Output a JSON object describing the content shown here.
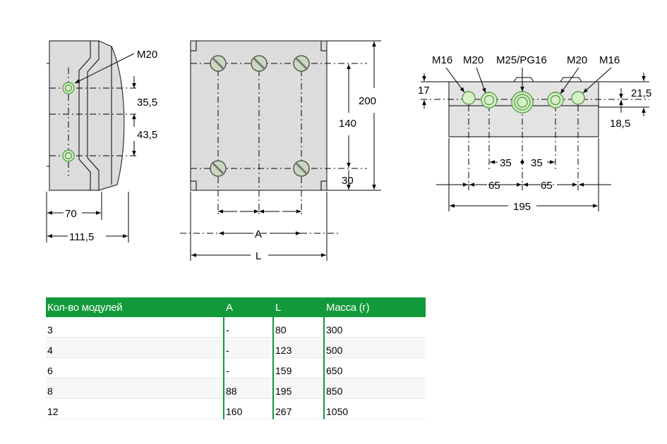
{
  "side_view": {
    "thread_label": "M20",
    "dim_35_5": "35,5",
    "dim_43_5": "43,5",
    "dim_70": "70",
    "dim_111_5": "111,5"
  },
  "front_view": {
    "dim_200": "200",
    "dim_140": "140",
    "dim_30": "30",
    "dim_A": "A",
    "dim_L": "L"
  },
  "top_view": {
    "threads": [
      "M16",
      "M20",
      "M25/PG16",
      "M20",
      "M16"
    ],
    "dim_17": "17",
    "dim_21_5": "21,5",
    "dim_18_5": "18,5",
    "dim_35_left": "35",
    "dim_35_right": "35",
    "dim_65_left": "65",
    "dim_65_right": "65",
    "dim_195": "195"
  },
  "table": {
    "headers": [
      "Кол-во модулей",
      "A",
      "L",
      "Масса (г)"
    ],
    "rows": [
      [
        "3",
        "-",
        "80",
        "300"
      ],
      [
        "4",
        "-",
        "123",
        "500"
      ],
      [
        "6",
        "-",
        "159",
        "650"
      ],
      [
        "8",
        "88",
        "195",
        "850"
      ],
      [
        "12",
        "160",
        "267",
        "1050"
      ]
    ]
  },
  "colors": {
    "header_green": "#129a3a",
    "hole_green": "#d7f0c9",
    "body_gray": "#dcdcdc"
  }
}
